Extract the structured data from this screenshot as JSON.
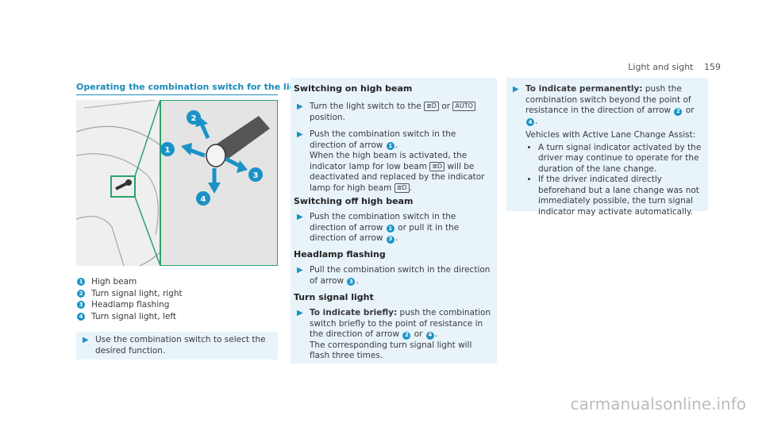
{
  "header": {
    "section": "Light and sight",
    "page": "159"
  },
  "section_title": "Operating the combination switch for the lights",
  "figure_numbers": [
    "1",
    "2",
    "3",
    "4"
  ],
  "captions": [
    {
      "num": "1",
      "text": "High beam"
    },
    {
      "num": "2",
      "text": "Turn signal light, right"
    },
    {
      "num": "3",
      "text": "Headlamp flashing"
    },
    {
      "num": "4",
      "text": "Turn signal light, left"
    }
  ],
  "intro_step": "Use the combination switch to select the desired function.",
  "high_beam": {
    "title": "Switching on high beam",
    "step1_a": "Turn the light switch to the",
    "step1_b": "or",
    "step1_c": "position.",
    "step2_a": "Push the combination switch in the direction of arrow",
    "step2_b": ".",
    "step2_c": "When the high beam is activated, the indicator lamp for low beam",
    "step2_d": "will be deactivated and replaced by the indicator lamp for high beam",
    "step2_e": ".",
    "icon_low": "≣D",
    "icon_auto": "AUTO",
    "icon_high": "≣D"
  },
  "high_beam_off": {
    "title": "Switching off high beam",
    "step_a": "Push the combination switch in the direction of arrow",
    "step_b": "or pull it in the direction of arrow",
    "step_c": "."
  },
  "flashing": {
    "title": "Headlamp flashing",
    "step_a": "Pull the combination switch in the direction of arrow",
    "step_b": "."
  },
  "turn_signal": {
    "title": "Turn signal light",
    "briefly_label": "To indicate briefly:",
    "briefly_a": "push the combination switch briefly to the point of resistance in the direction of arrow",
    "briefly_or": "or",
    "briefly_b": ".",
    "briefly_c": "The corresponding turn signal light will flash three times."
  },
  "permanent": {
    "label": "To indicate permanently:",
    "text_a": "push the combination switch beyond the point of resistance in the direction of arrow",
    "or": "or",
    "text_b": ".",
    "assist": "Vehicles with Active Lane Change Assist:",
    "bullets": [
      "A turn signal indicator activated by the driver may continue to operate for the duration of the lane change.",
      "If the driver indicated directly beforehand but a lane change was not immediately possible, the turn signal indicator may activate automatically."
    ]
  },
  "watermark": "carmanualsonline.info",
  "colors": {
    "accent": "#1b92c5",
    "block_bg": "#e8f4fa"
  }
}
